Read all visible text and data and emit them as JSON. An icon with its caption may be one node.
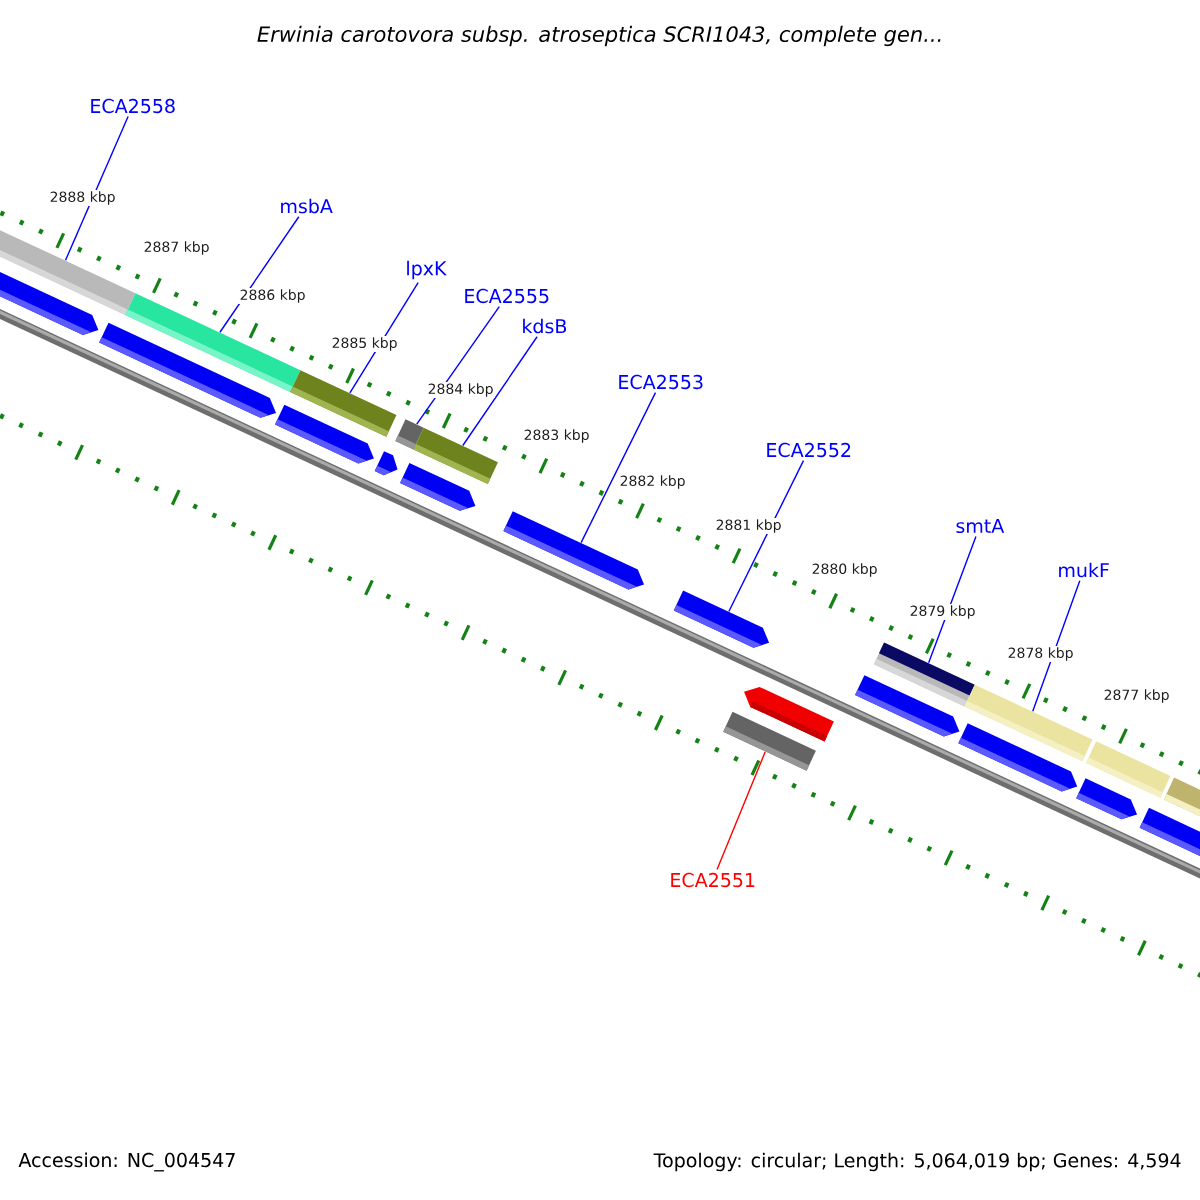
{
  "diagram": {
    "title": "Erwinia carotovora subsp. atroseptica SCRI1043, complete gen...",
    "nodes": [
      {
        "text": [
          "ECA2558"
        ]
      },
      {
        "text": [
          "msbA"
        ]
      },
      {
        "text": [
          "lpxK"
        ]
      },
      {
        "text": [
          "ECA2555"
        ]
      },
      {
        "text": [
          "kdsB"
        ]
      },
      {
        "text": [
          "ECA2553"
        ]
      },
      {
        "text": [
          "ECA2552"
        ]
      },
      {
        "text": [
          "smtA"
        ]
      },
      {
        "text": [
          "mukF"
        ]
      },
      {
        "text": [
          "ECA2551"
        ]
      },
      {
        "text": [],
        "shape": "bar"
      },
      {
        "text": [],
        "shape": "bar"
      },
      {
        "text": [],
        "shape": "bar"
      },
      {
        "text": [],
        "shape": "bar"
      },
      {
        "text": [],
        "shape": "bar"
      },
      {
        "text": [],
        "shape": "arrow"
      },
      {
        "text": [],
        "shape": "arrow"
      },
      {
        "text": [],
        "shape": "bar"
      },
      {
        "text": [],
        "shape": "bar"
      },
      {
        "text": [],
        "shape": "bar"
      }
    ],
    "edges": [
      {
        "from": 0,
        "to": 10,
        "arrow": "none"
      },
      {
        "from": 1,
        "to": 11,
        "arrow": "none"
      },
      {
        "from": 2,
        "to": 12,
        "arrow": "none"
      },
      {
        "from": 3,
        "to": 13,
        "arrow": "none"
      },
      {
        "from": 4,
        "to": 14,
        "arrow": "none"
      },
      {
        "from": 5,
        "to": 15,
        "arrow": "none"
      },
      {
        "from": 6,
        "to": 16,
        "arrow": "none"
      },
      {
        "from": 7,
        "to": 18,
        "arrow": "none"
      },
      {
        "from": 8,
        "to": 19,
        "arrow": "none"
      },
      {
        "from": 9,
        "to": 17,
        "arrow": "none",
        "color": "#ff0000"
      }
    ],
    "labels": [
      "2888 kbp",
      "2887 kbp",
      "2886 kbp",
      "2885 kbp",
      "2884 kbp",
      "2883 kbp",
      "2882 kbp",
      "2881 kbp",
      "2880 kbp",
      "2879 kbp",
      "2878 kbp",
      "2877 kbp",
      "Accession: NC_004547",
      "Topology: circular; Length: 5,064,019 bp; Genes: 4,594"
    ]
  }
}
